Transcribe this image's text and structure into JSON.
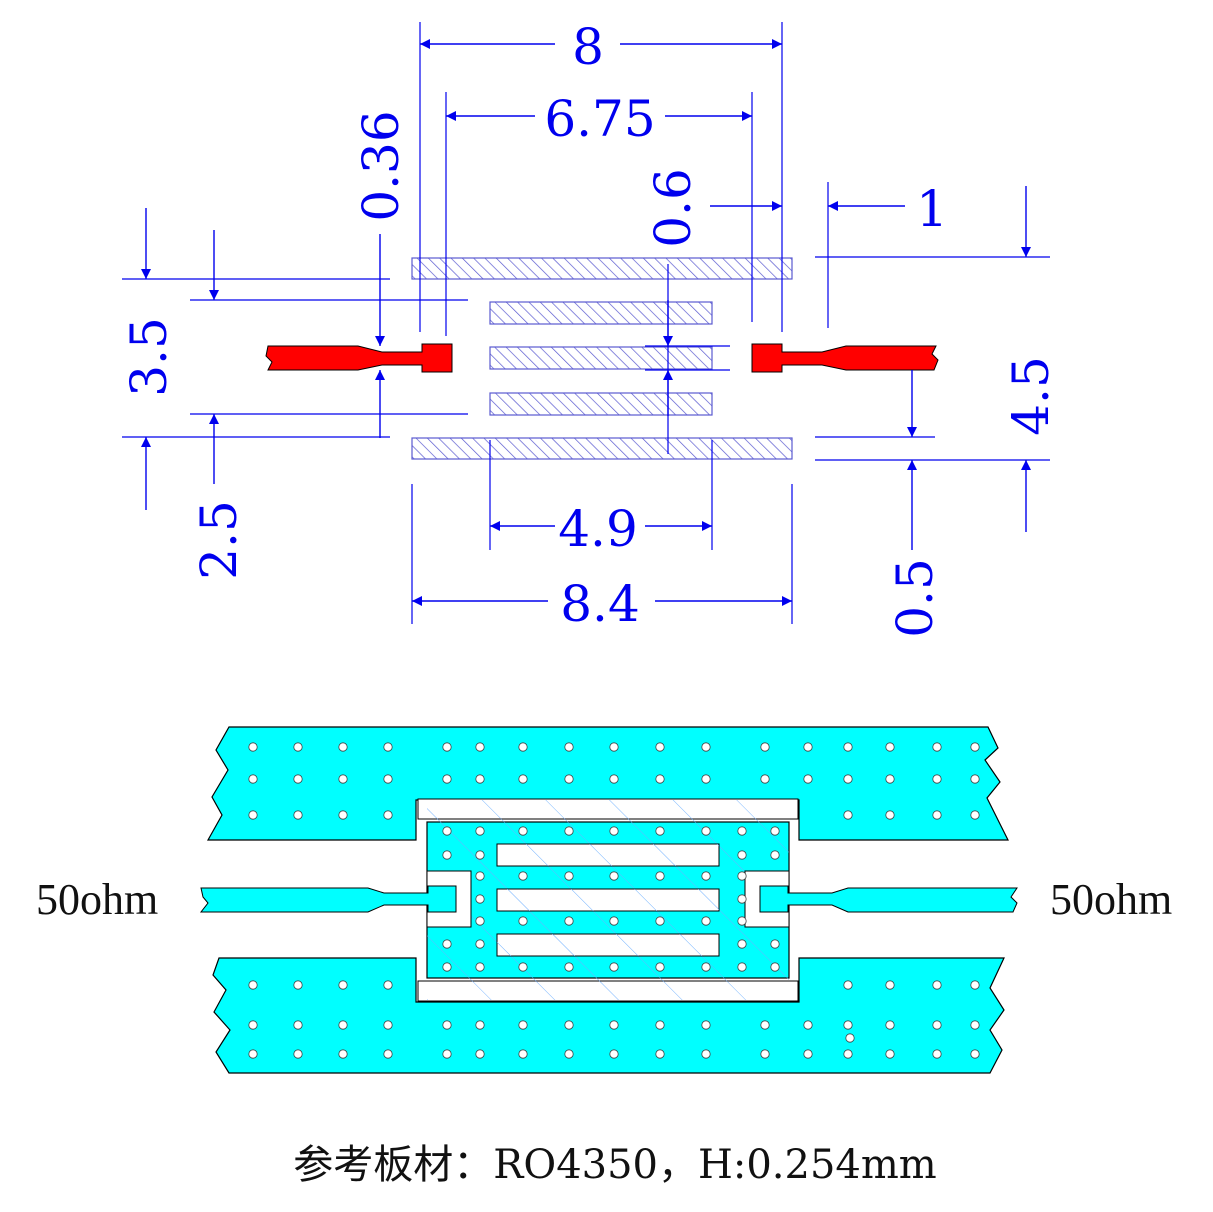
{
  "dimensions": {
    "top_width_8": "8",
    "inner_width_6_75": "6.75",
    "gap_0_36": "0.36",
    "gap_0_6": "0.6",
    "offset_1": "1",
    "height_3_5": "3.5",
    "height_2_5": "2.5",
    "height_4_5": "4.5",
    "offset_0_5": "0.5",
    "bar_width_4_9": "4.9",
    "bottom_width_8_4": "8.4"
  },
  "labels": {
    "left_port": "50ohm",
    "right_port": "50ohm"
  },
  "caption": "参考板材：RO4350，H:0.254mm",
  "colors": {
    "dimension": "#0000ee",
    "pad": "#ff0000",
    "copper": "#00ffff",
    "hatch": "#5a5ad0",
    "outline": "#000000"
  }
}
